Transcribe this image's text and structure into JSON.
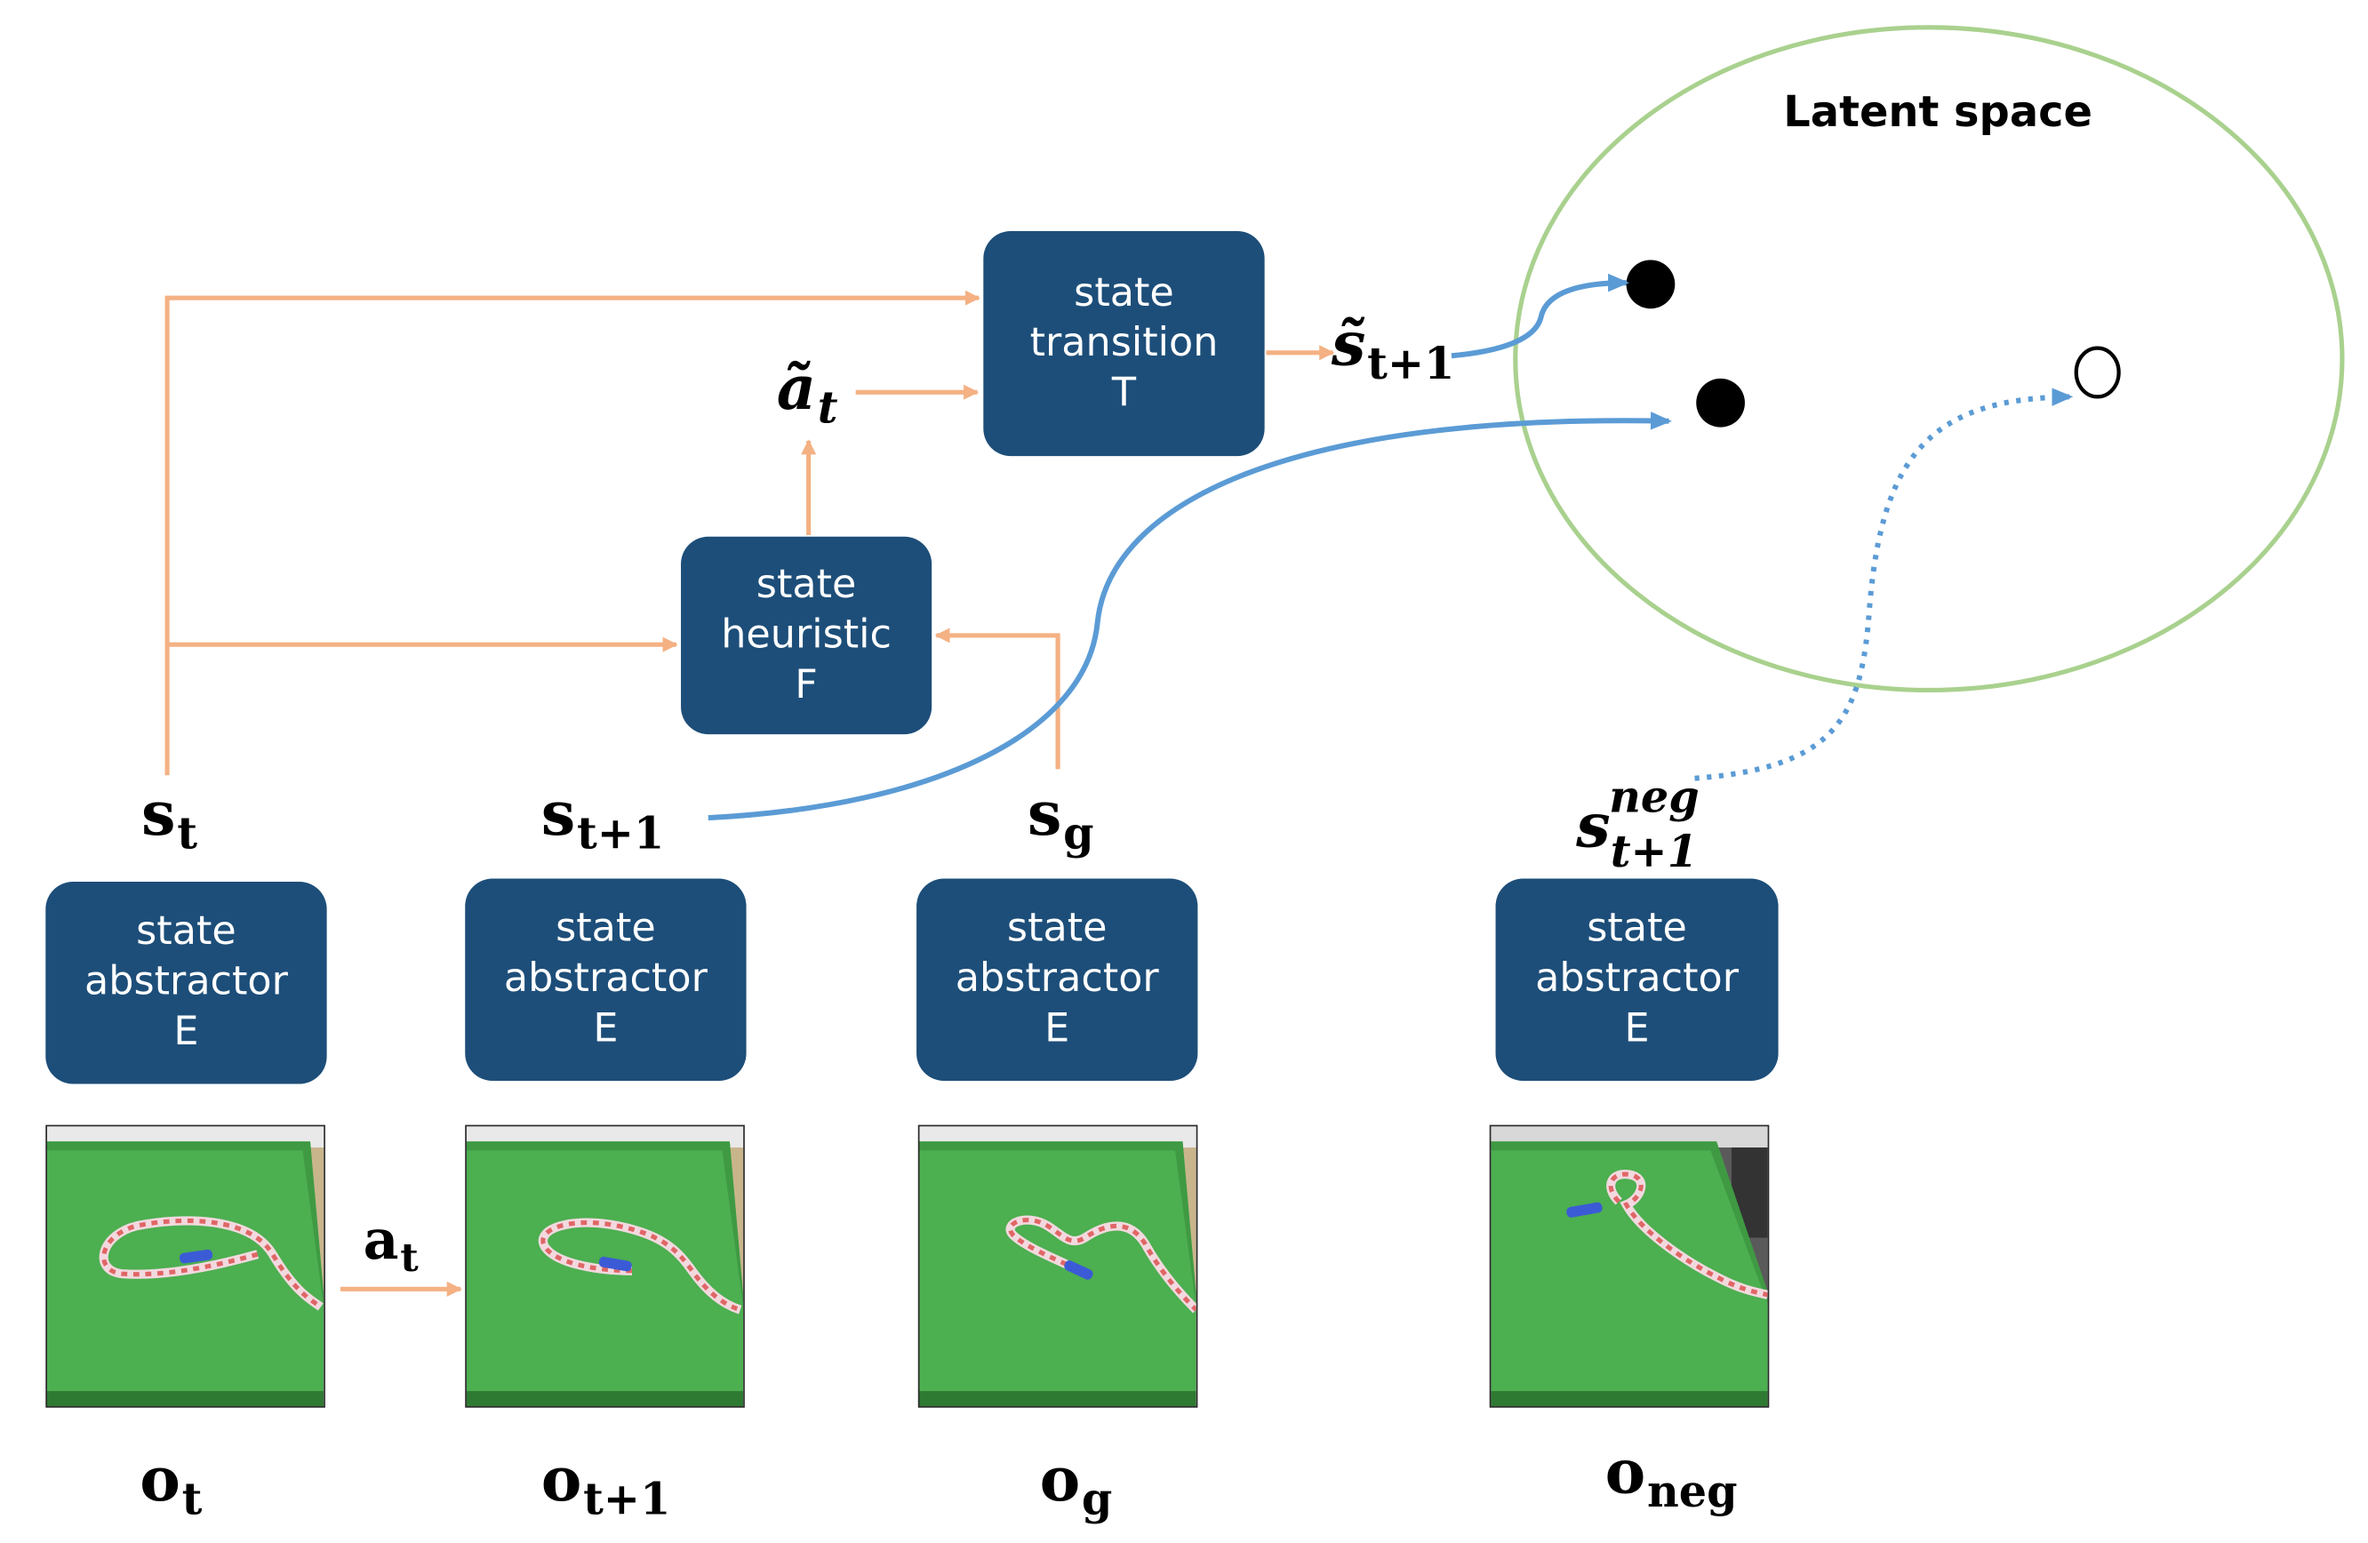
{
  "latent_space": {
    "title": "Latent space"
  },
  "boxes": {
    "transition": {
      "line1": "state",
      "line2": "transition",
      "line3": "T"
    },
    "heuristic": {
      "line1": "state",
      "line2": "heuristic",
      "line3": "F"
    },
    "abstractor": {
      "line1": "state",
      "line2": "abstractor",
      "line3": "E"
    }
  },
  "symbols": {
    "s_t": {
      "base": "s",
      "sub": "t"
    },
    "s_t1": {
      "base": "s",
      "sub": "t+1"
    },
    "s_g": {
      "base": "s",
      "sub": "g"
    },
    "s_neg": {
      "base": "s",
      "sup": "neg",
      "sub": "t+1"
    },
    "s_tilde": {
      "base": "s̃",
      "sub": "t+1"
    },
    "a_tilde": {
      "base": "ã",
      "sub": "t"
    },
    "a_t": {
      "base": "a",
      "sub": "t"
    },
    "o_t": {
      "base": "o",
      "sub": "t"
    },
    "o_t1": {
      "base": "o",
      "sub": "t+1"
    },
    "o_g": {
      "base": "o",
      "sub": "g"
    },
    "o_neg": {
      "base": "o",
      "sub": "neg"
    }
  },
  "colors": {
    "box_fill": "#1d4e79",
    "box_text": "#ffffff",
    "orange_arrow": "#f4b183",
    "blue_arrow": "#5b9bd5",
    "latent_ellipse": "#a9d18e",
    "table_green": "#4caf50",
    "rope": "#e06666"
  }
}
